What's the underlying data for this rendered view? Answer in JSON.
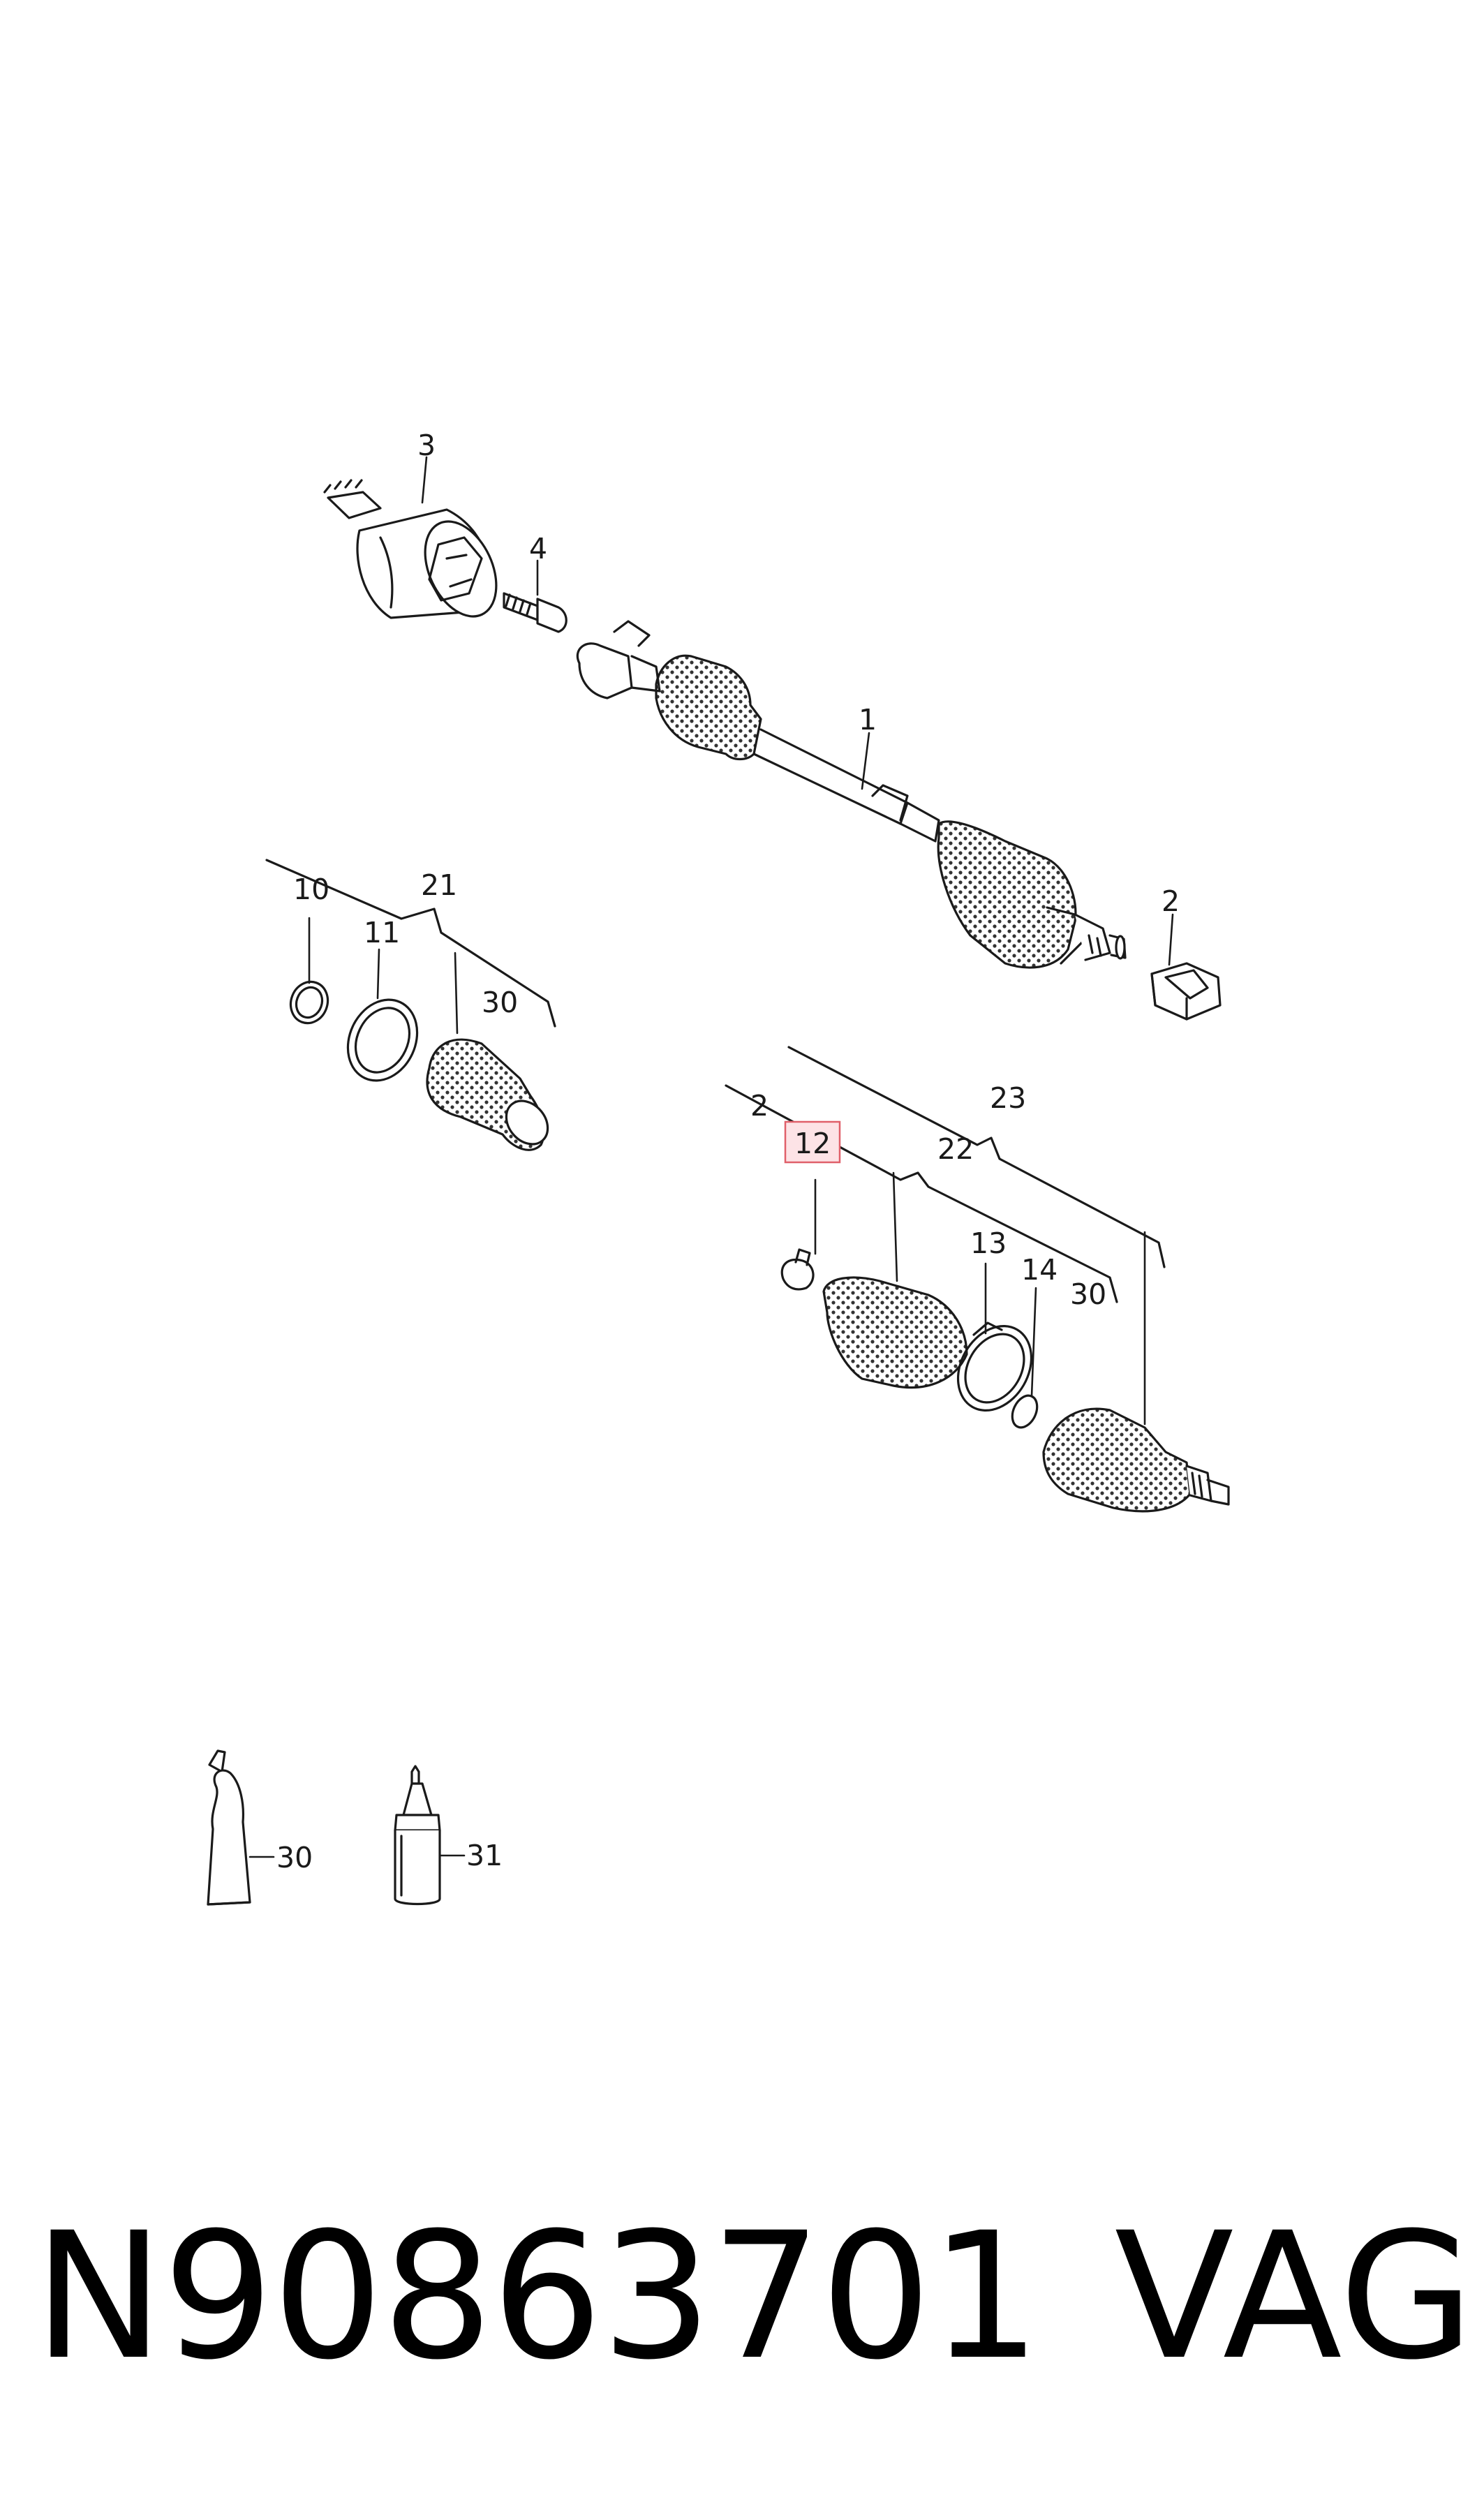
{
  "diagram": {
    "callouts": {
      "c1": "1",
      "c2a": "2",
      "c3": "3",
      "c4": "4",
      "c10": "10",
      "c11": "11",
      "c21": "21",
      "c30a": "30",
      "c2b": "2",
      "c12": "12",
      "c22": "22",
      "c23": "23",
      "c13": "13",
      "c14": "14",
      "c30b": "30",
      "c30c": "30",
      "c31": "31"
    },
    "highlighted_callout": "12",
    "highlight_color": "#e0606a",
    "highlight_fill": "#fde3e6"
  },
  "footer": {
    "part_number": "N90863701",
    "brand": "VAG"
  }
}
